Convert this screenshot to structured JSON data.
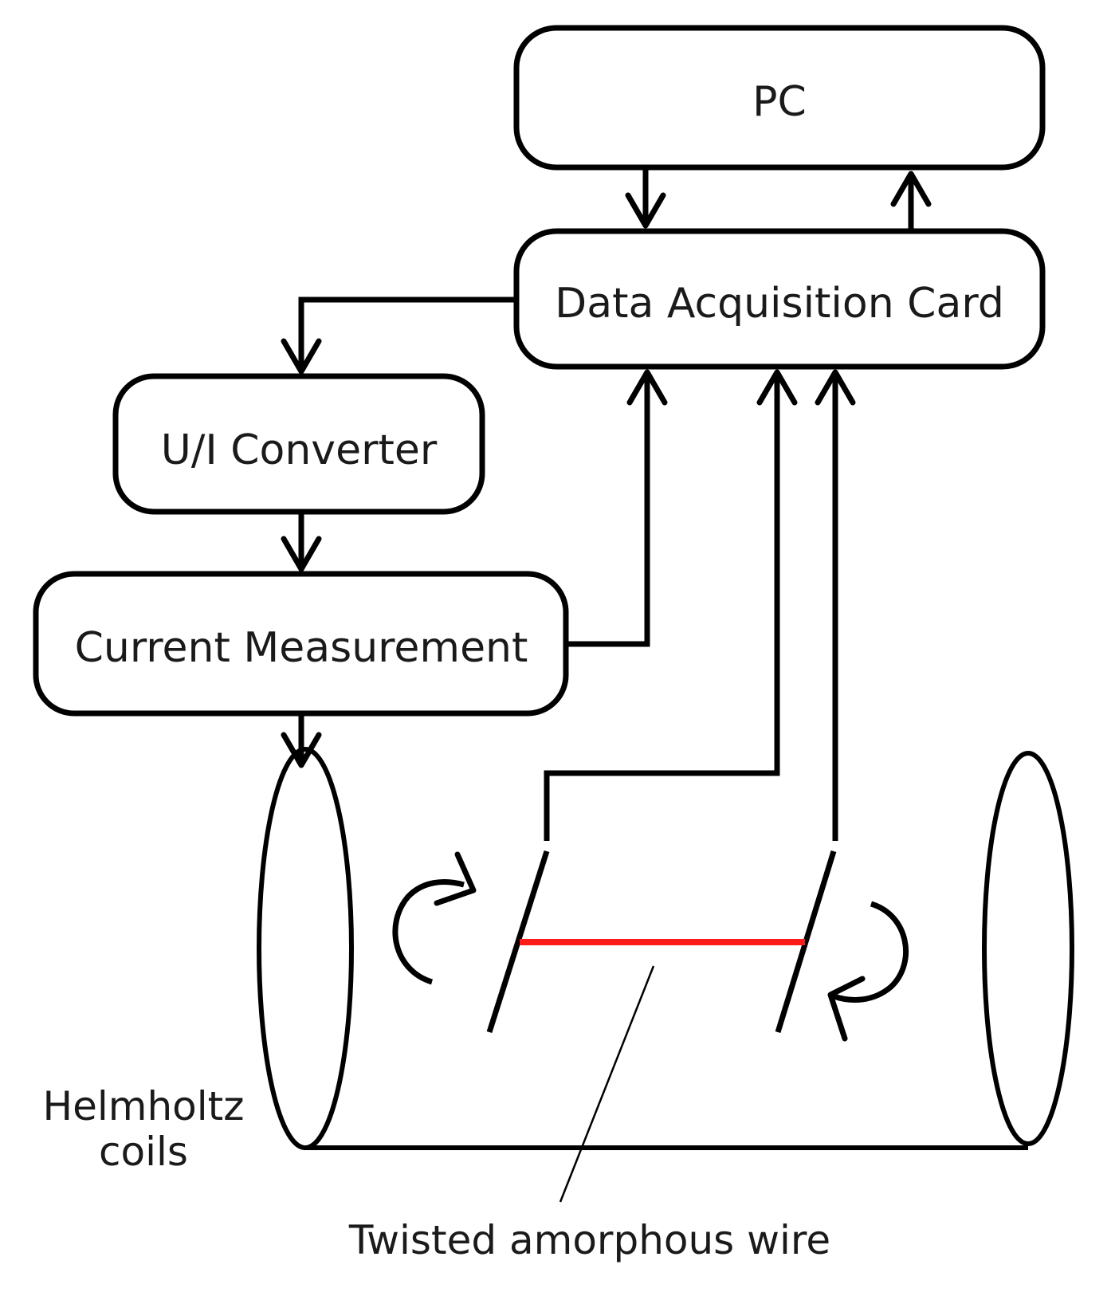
{
  "blocks": {
    "pc": "PC",
    "daq": "Data Acquisition Card",
    "ui_converter": "U/I Converter",
    "current_measurement": "Current Measurement"
  },
  "labels": {
    "helmholtz_line1": "Helmholtz",
    "helmholtz_line2": "coils",
    "wire": "Twisted amorphous wire"
  },
  "colors": {
    "line": "#000000",
    "sample_wire": "#ff1a1a",
    "wire_label_accent": "#c0392b"
  }
}
